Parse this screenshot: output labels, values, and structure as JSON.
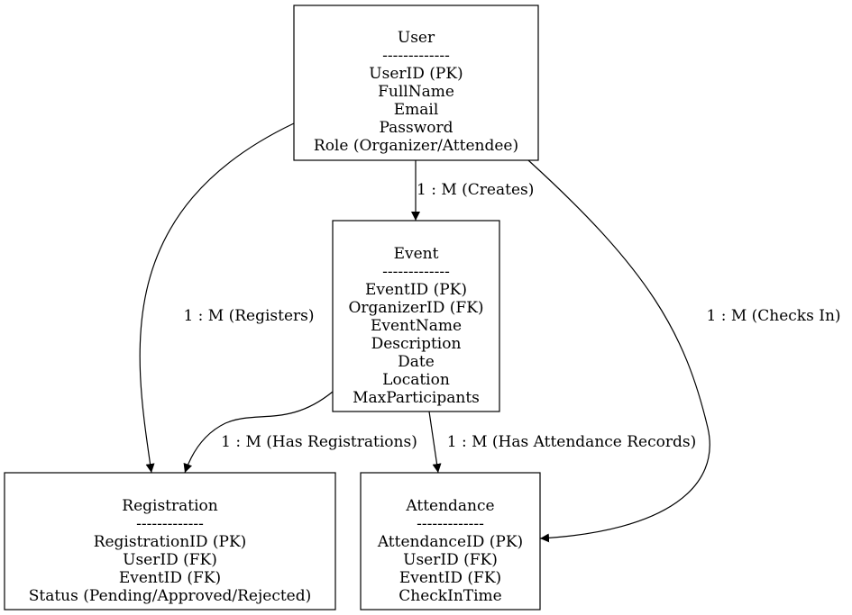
{
  "entities": {
    "user": {
      "title": "User",
      "separator": "-------------",
      "fields": [
        "UserID (PK)",
        "FullName",
        "Email",
        "Password",
        "Role (Organizer/Attendee)"
      ]
    },
    "event": {
      "title": "Event",
      "separator": "-------------",
      "fields": [
        "EventID (PK)",
        "OrganizerID (FK)",
        "EventName",
        "Description",
        "Date",
        "Location",
        "MaxParticipants"
      ]
    },
    "registration": {
      "title": "Registration",
      "separator": "-------------",
      "fields": [
        "RegistrationID (PK)",
        "UserID (FK)",
        "EventID (FK)",
        "Status (Pending/Approved/Rejected)"
      ]
    },
    "attendance": {
      "title": "Attendance",
      "separator": "-------------",
      "fields": [
        "AttendanceID (PK)",
        "UserID (FK)",
        "EventID (FK)",
        "CheckInTime"
      ]
    }
  },
  "relationships": [
    {
      "id": "creates",
      "from": "user",
      "to": "event",
      "label": "1 : M (Creates)"
    },
    {
      "id": "registers",
      "from": "user",
      "to": "registration",
      "label": "1 : M (Registers)"
    },
    {
      "id": "checks-in",
      "from": "user",
      "to": "attendance",
      "label": "1 : M (Checks In)"
    },
    {
      "id": "has-registrations",
      "from": "event",
      "to": "registration",
      "label": "1 : M (Has Registrations)"
    },
    {
      "id": "has-attendance",
      "from": "event",
      "to": "attendance",
      "label": "1 : M (Has Attendance Records)"
    }
  ]
}
